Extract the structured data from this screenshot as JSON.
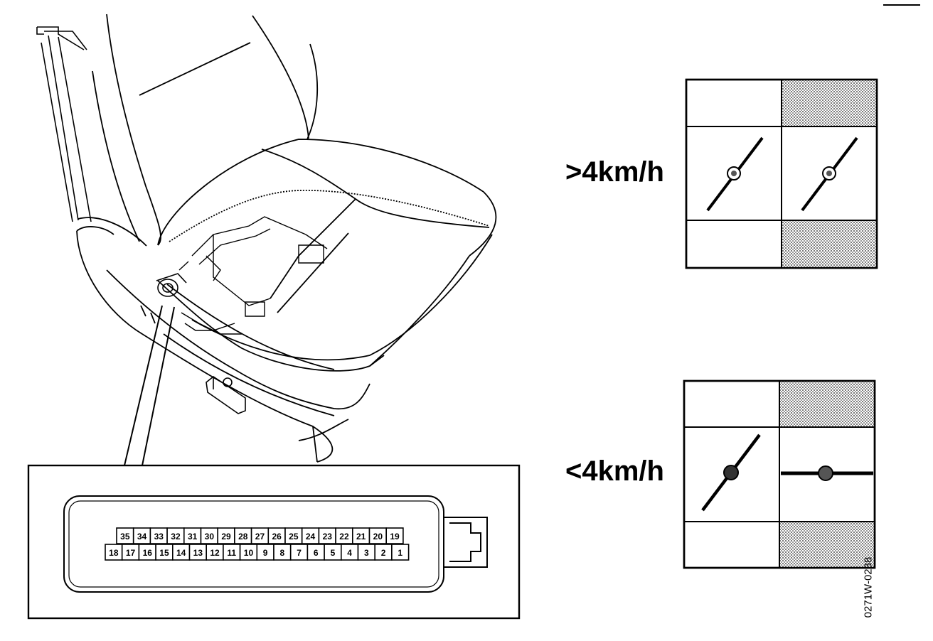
{
  "speed_labels": {
    "above": ">4km/h",
    "below": "<4km/h"
  },
  "figure_code": "0271W-0238",
  "connector": {
    "top_row": [
      "35",
      "34",
      "33",
      "32",
      "31",
      "30",
      "29",
      "28",
      "27",
      "26",
      "25",
      "24",
      "23",
      "22",
      "21",
      "20",
      "19"
    ],
    "bottom_row": [
      "18",
      "17",
      "16",
      "15",
      "14",
      "13",
      "12",
      "11",
      "10",
      "9",
      "8",
      "7",
      "6",
      "5",
      "4",
      "3",
      "2",
      "1"
    ]
  },
  "colors": {
    "ink": "#000000",
    "hatch": "#8a8a8a",
    "paper": "#ffffff"
  }
}
